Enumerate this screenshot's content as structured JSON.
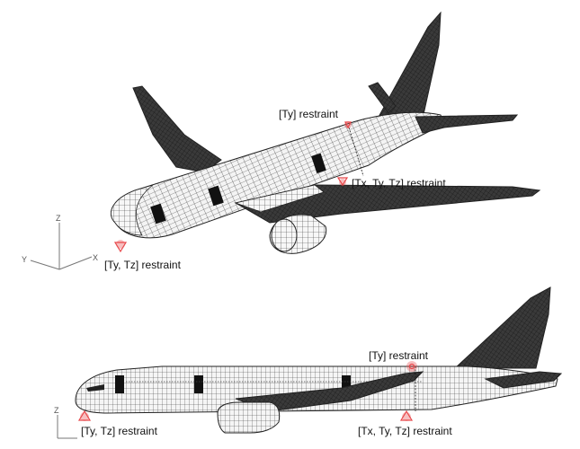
{
  "top_view": {
    "labels": {
      "ty": "[Ty] restraint",
      "txtytz": "[Tx, Ty, Tz] restraint",
      "tytz": "[Ty, Tz] restraint"
    },
    "axes": {
      "x": "X",
      "y": "Y",
      "z": "Z"
    }
  },
  "side_view": {
    "labels": {
      "ty": "[Ty] restraint",
      "txtytz": "[Tx, Ty, Tz] restraint",
      "tytz": "[Ty, Tz] restraint"
    },
    "axes": {
      "z": "Z"
    }
  },
  "colors": {
    "mesh": "#2a2a2a",
    "dark_surface": "#262626",
    "restraint": "#e8474a"
  }
}
